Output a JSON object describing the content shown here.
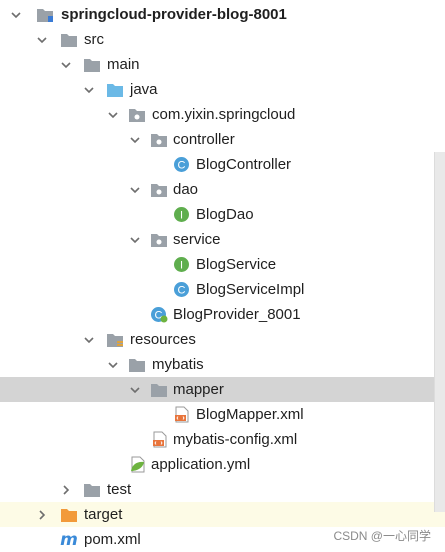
{
  "tree": {
    "project": "springcloud-provider-blog-8001",
    "src": "src",
    "main": "main",
    "java": "java",
    "package": "com.yixin.springcloud",
    "controller": "controller",
    "blog_controller": "BlogController",
    "dao": "dao",
    "blog_dao": "BlogDao",
    "service": "service",
    "blog_service": "BlogService",
    "blog_service_impl": "BlogServiceImpl",
    "blog_provider": "BlogProvider_8001",
    "resources": "resources",
    "mybatis": "mybatis",
    "mapper": "mapper",
    "blog_mapper_xml": "BlogMapper.xml",
    "mybatis_config_xml": "mybatis-config.xml",
    "application_yml": "application.yml",
    "test": "test",
    "target": "target",
    "pom_xml": "pom.xml"
  },
  "icons": {
    "class_letter": "C",
    "interface_letter": "I",
    "maven_letter": "m"
  },
  "watermark": "CSDN @一心同学",
  "colors": {
    "folder_grey": "#9aa1a8",
    "source_folder": "#6bb9e6",
    "class_icon": "#4a9fd8",
    "interface_icon": "#5fae4e",
    "target_folder": "#f29a3a",
    "selected_row": "#d4d4d4"
  }
}
